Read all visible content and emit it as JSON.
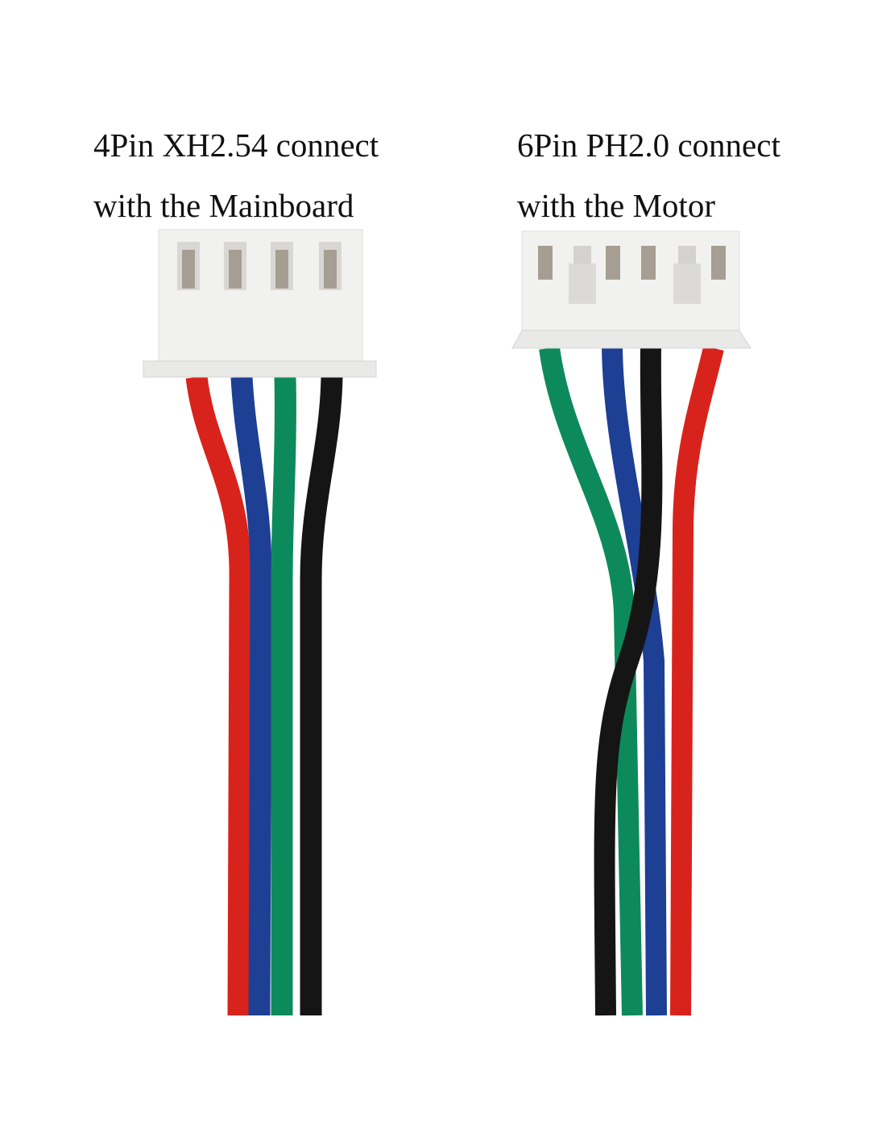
{
  "left_label": {
    "line1": "4Pin XH2.54 connect",
    "line2": "with the Mainboard"
  },
  "right_label": {
    "line1": "6Pin PH2.0 connect",
    "line2": "with the Motor"
  },
  "colors": {
    "red": "#d8231c",
    "blue": "#1d3f94",
    "green": "#0d8a5c",
    "black": "#151515",
    "connector": "#f1f1ef"
  }
}
